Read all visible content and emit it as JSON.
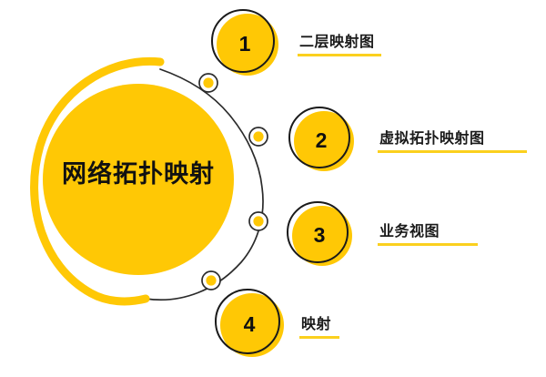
{
  "diagram": {
    "title": "网络拓扑映射",
    "hub": {
      "label": "网络拓扑映射",
      "fill_color": "#FFC805",
      "text_color": "#111111"
    },
    "theme": {
      "yellow": "#FFC805",
      "underline_yellow": "#FBD01E",
      "arc_black": "#2b2b2b",
      "background": "#FFFFFF"
    },
    "items": [
      {
        "number": "1",
        "label": "二层映射图",
        "badge_name": "step-badge-1",
        "underline_color": "#FBD01E"
      },
      {
        "number": "2",
        "label": "虚拟拓扑映射图",
        "badge_name": "step-badge-2",
        "underline_color": "#FBD01E"
      },
      {
        "number": "3",
        "label": "业务视图",
        "badge_name": "step-badge-3",
        "underline_color": "#FBD01E"
      },
      {
        "number": "4",
        "label": "映射",
        "badge_name": "step-badge-4",
        "underline_color": "#FBD01E"
      }
    ],
    "connector_dots": [
      {
        "name": "connector-dot-1"
      },
      {
        "name": "connector-dot-2"
      },
      {
        "name": "connector-dot-3"
      },
      {
        "name": "connector-dot-4"
      }
    ]
  }
}
